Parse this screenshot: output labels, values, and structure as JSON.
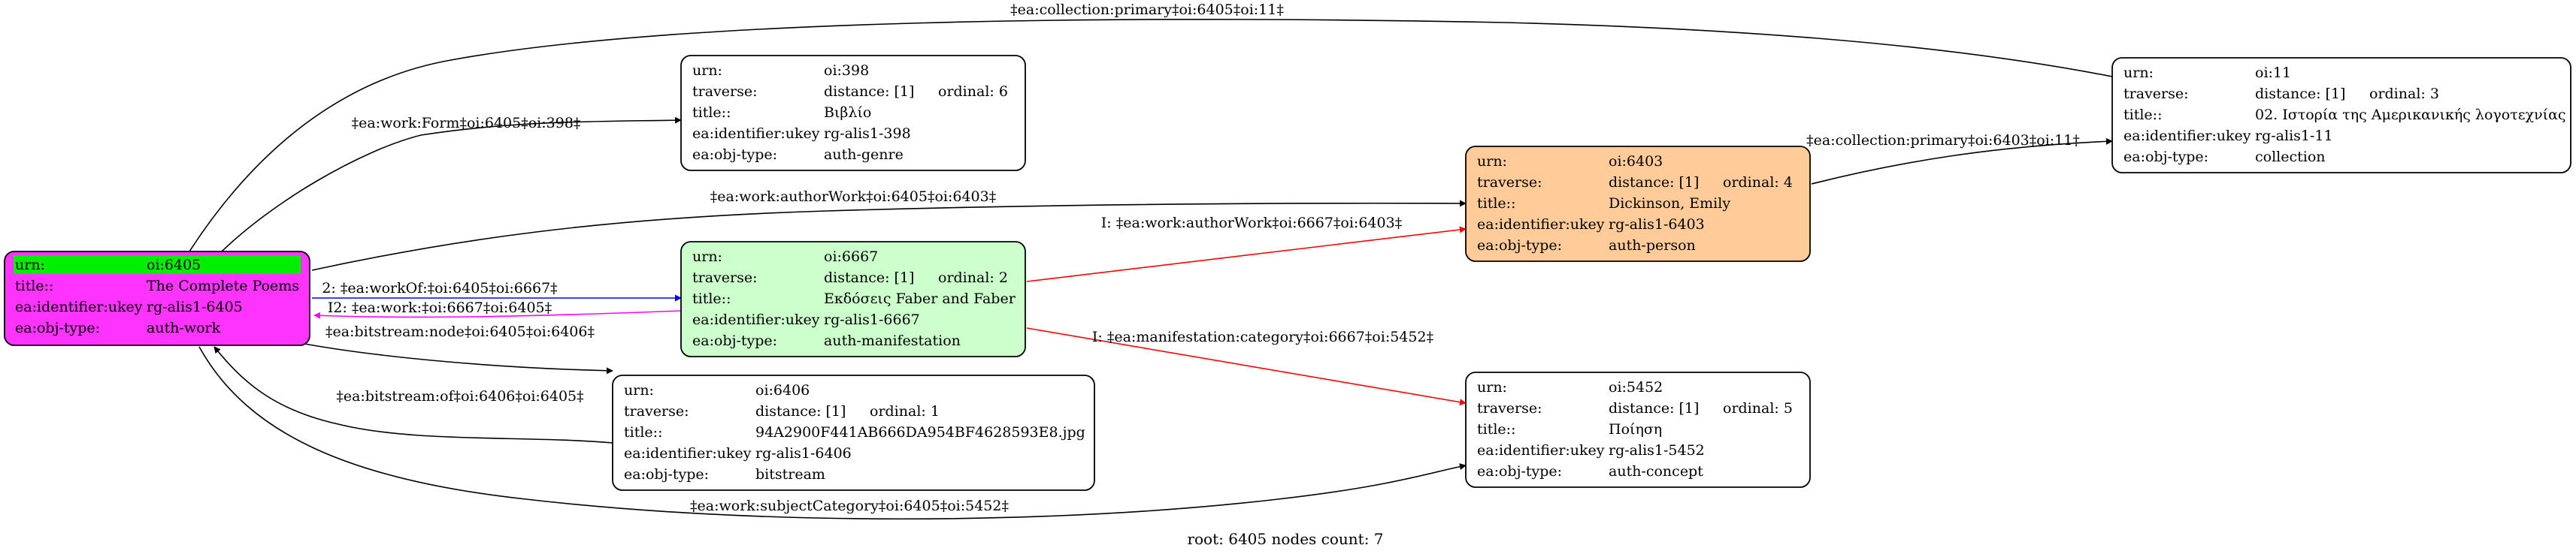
{
  "footer": "root: 6405 nodes count: 7",
  "colors": {
    "root_fill": "#ff33ff",
    "root_highlight": "#00ee00",
    "manifestation_fill": "#ccffcc",
    "person_fill": "#ffcc99",
    "default_fill": "#ffffff",
    "edge_default": "#000000",
    "edge_blue": "#0000ff",
    "edge_magenta": "#ff00ff",
    "edge_red": "#ff0000"
  },
  "nodes": {
    "root": {
      "rows": [
        [
          "urn:",
          "oi:6405"
        ],
        [
          "title::",
          "The Complete Poems"
        ],
        [
          "ea:identifier:ukey",
          "rg-alis1-6405"
        ],
        [
          "ea:obj-type:",
          "auth-work"
        ]
      ]
    },
    "n398": {
      "rows": [
        [
          "urn:",
          "oi:398"
        ],
        [
          "traverse:",
          "distance: [1]",
          "ordinal: 6"
        ],
        [
          "title::",
          "Βιβλίο"
        ],
        [
          "ea:identifier:ukey",
          "rg-alis1-398"
        ],
        [
          "ea:obj-type:",
          "auth-genre"
        ]
      ]
    },
    "n6667": {
      "rows": [
        [
          "urn:",
          "oi:6667"
        ],
        [
          "traverse:",
          "distance: [1]",
          "ordinal: 2"
        ],
        [
          "title::",
          "Εκδόσεις Faber and Faber"
        ],
        [
          "ea:identifier:ukey",
          "rg-alis1-6667"
        ],
        [
          "ea:obj-type:",
          "auth-manifestation"
        ]
      ]
    },
    "n6406": {
      "rows": [
        [
          "urn:",
          "oi:6406"
        ],
        [
          "traverse:",
          "distance: [1]",
          "ordinal: 1"
        ],
        [
          "title::",
          "94A2900F441AB666DA954BF4628593E8.jpg"
        ],
        [
          "ea:identifier:ukey",
          "rg-alis1-6406"
        ],
        [
          "ea:obj-type:",
          "bitstream"
        ]
      ]
    },
    "n6403": {
      "rows": [
        [
          "urn:",
          "oi:6403"
        ],
        [
          "traverse:",
          "distance: [1]",
          "ordinal: 4"
        ],
        [
          "title::",
          "Dickinson, Emily"
        ],
        [
          "ea:identifier:ukey",
          "rg-alis1-6403"
        ],
        [
          "ea:obj-type:",
          "auth-person"
        ]
      ]
    },
    "n5452": {
      "rows": [
        [
          "urn:",
          "oi:5452"
        ],
        [
          "traverse:",
          "distance: [1]",
          "ordinal: 5"
        ],
        [
          "title::",
          "Ποίηση"
        ],
        [
          "ea:identifier:ukey",
          "rg-alis1-5452"
        ],
        [
          "ea:obj-type:",
          "auth-concept"
        ]
      ]
    },
    "n11": {
      "rows": [
        [
          "urn:",
          "oi:11"
        ],
        [
          "traverse:",
          "distance: [1]",
          "ordinal: 3"
        ],
        [
          "title::",
          "02. Ιστορία της Αμερικανικής λογοτεχνίας"
        ],
        [
          "ea:identifier:ukey",
          "rg-alis1-11"
        ],
        [
          "ea:obj-type:",
          "collection"
        ]
      ]
    }
  },
  "edges": {
    "collection_primary_root": "‡ea:collection:primary‡oi:6405‡oi:11‡",
    "work_form": "‡ea:work:Form‡oi:6405‡oi:398‡",
    "author_work_root": "‡ea:work:authorWork‡oi:6405‡oi:6403‡",
    "work_of": "2: ‡ea:workOf:‡oi:6405‡oi:6667‡",
    "work_back": "I2: ‡ea:work:‡oi:6667‡oi:6405‡",
    "bitstream_node": "‡ea:bitstream:node‡oi:6405‡oi:6406‡",
    "bitstream_of": "‡ea:bitstream:of‡oi:6406‡oi:6405‡",
    "author_work_6667": "I: ‡ea:work:authorWork‡oi:6667‡oi:6403‡",
    "manifestation_category": "I: ‡ea:manifestation:category‡oi:6667‡oi:5452‡",
    "collection_primary_6403": "‡ea:collection:primary‡oi:6403‡oi:11‡",
    "subject_category": "‡ea:work:subjectCategory‡oi:6405‡oi:5452‡"
  }
}
